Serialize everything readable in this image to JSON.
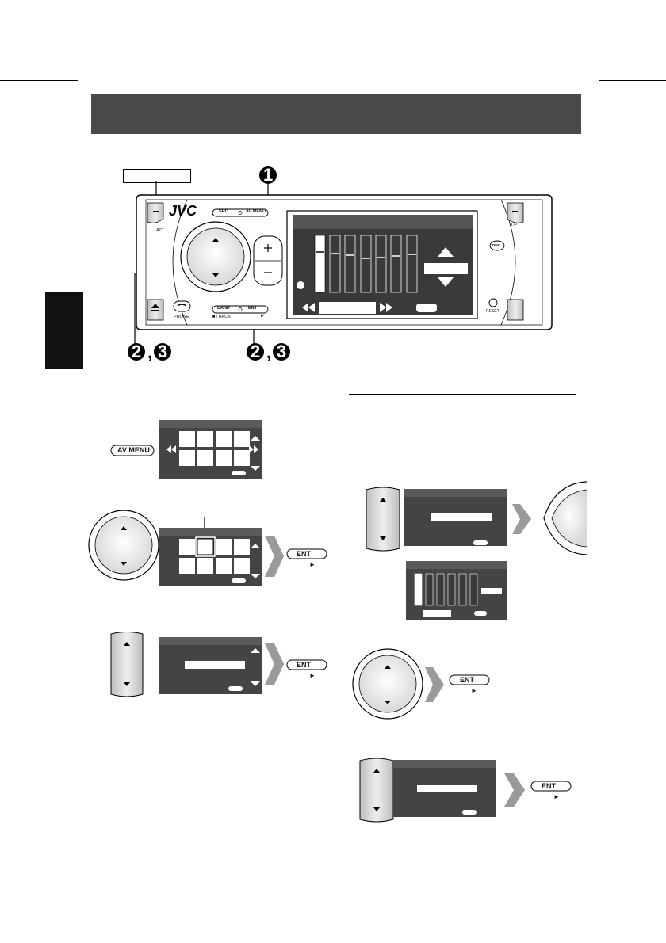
{
  "brand": "JVC",
  "colors": {
    "header_bar": "#4a4a4a",
    "screen_dark": "#3a3a3a",
    "side_tab": "#111111",
    "arrow_grey": "#9a9a9a"
  },
  "step_markers": {
    "one": "1",
    "two": "2",
    "three": "3"
  },
  "panel_labels": {
    "src": "SRC",
    "av_menu": "AV MENU",
    "band": "BAND",
    "ent": "ENT",
    "back": "■ / BACK",
    "play": "►",
    "phone": "PHONE",
    "reset": "RESET",
    "att": "ATT",
    "tp": "T/P",
    "dnp": "DNP"
  },
  "buttons": {
    "av_menu": "AV MENU",
    "ent": "ENT",
    "play": "►"
  },
  "icons": [
    "power-icon",
    "eject-icon",
    "phone-icon",
    "bluetooth-icon",
    "skip-back-icon",
    "skip-forward-icon",
    "up-arrow-icon",
    "down-arrow-icon",
    "equalizer-icon",
    "settings-icon",
    "clock-icon"
  ]
}
